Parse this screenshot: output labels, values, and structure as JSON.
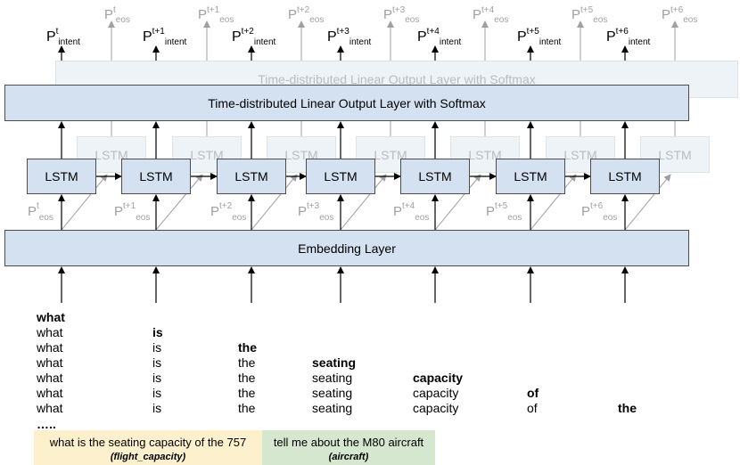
{
  "layers": {
    "output_layer": "Time-distributed Linear Output Layer with Softmax",
    "output_layer_shadow": "Time-distributed Linear Output Layer with Softmax",
    "embedding_layer": "Embedding Layer",
    "lstm_label": "LSTM"
  },
  "timesteps": [
    {
      "sup": "t",
      "intent_sub": "intent",
      "eos_sub": "eos"
    },
    {
      "sup": "t+1",
      "intent_sub": "intent",
      "eos_sub": "eos"
    },
    {
      "sup": "t+2",
      "intent_sub": "intent",
      "eos_sub": "eos"
    },
    {
      "sup": "t+3",
      "intent_sub": "intent",
      "eos_sub": "eos"
    },
    {
      "sup": "t+4",
      "intent_sub": "intent",
      "eos_sub": "eos"
    },
    {
      "sup": "t+5",
      "intent_sub": "intent",
      "eos_sub": "eos"
    },
    {
      "sup": "t+6",
      "intent_sub": "intent",
      "eos_sub": "eos"
    }
  ],
  "p_symbol": "P",
  "word_rows": [
    [
      "what"
    ],
    [
      "what",
      "is"
    ],
    [
      "what",
      "is",
      "the"
    ],
    [
      "what",
      "is",
      "the",
      "seating"
    ],
    [
      "what",
      "is",
      "the",
      "seating",
      "capacity"
    ],
    [
      "what",
      "is",
      "the",
      "seating",
      "capacity",
      "of"
    ],
    [
      "what",
      "is",
      "the",
      "seating",
      "capacity",
      "of",
      "the"
    ]
  ],
  "ellipsis": "…..",
  "examples": [
    {
      "text": "what is the seating capacity of the 757",
      "label": "(flight_capacity)",
      "label_prefix": "(",
      "label_name": "flight_capacity",
      "label_suffix": ")"
    },
    {
      "text": "tell me about the M80 aircraft",
      "label": "(aircraft)",
      "label_prefix": "(",
      "label_name": "aircraft",
      "label_suffix": ")"
    }
  ],
  "colors": {
    "layer_fill": "#d3e1f0",
    "layer_border": "#4c4c4c",
    "shadow_fill": "#eef3f7",
    "shadow_text": "#b7bcc0",
    "eos_gray": "#a0a0a0",
    "example1_fill": "#fdf0cc",
    "example2_fill": "#d6e7d0"
  }
}
